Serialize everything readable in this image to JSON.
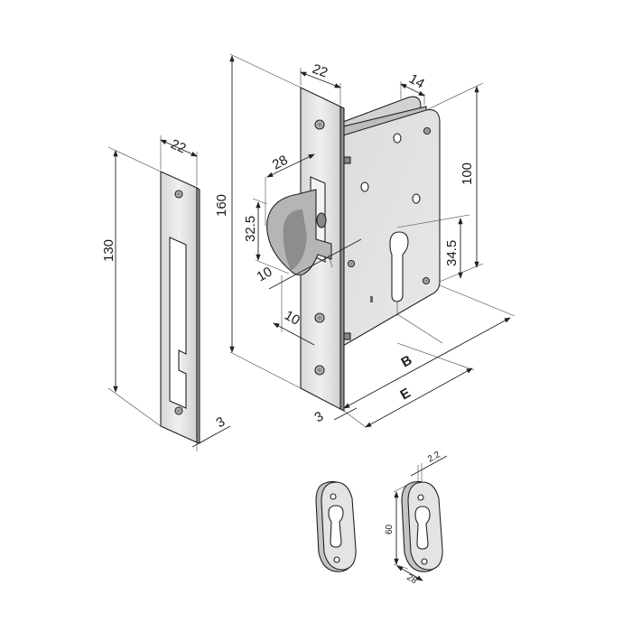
{
  "strike_plate": {
    "width_label": "22",
    "height_label": "130",
    "thickness_label": "3"
  },
  "lock": {
    "faceplate_width_label": "22",
    "case_depth_label": "14",
    "latch_projection_label": "28",
    "total_height_label": "160",
    "latch_height_label": "32.5",
    "case_height_label": "100",
    "cylinder_offset_label": "34.5",
    "latch_offset_label": "10",
    "faceplate_offset_label": "10",
    "backset_label": "B",
    "distance_label": "E",
    "faceplate_thickness_label": "3"
  },
  "escutcheon": {
    "thickness_label": "2.2",
    "height_label": "60",
    "width_label": "28"
  },
  "colors": {
    "metal_light": "#e4e4e4",
    "metal_mid": "#c8c8c8",
    "metal_dark": "#9a9a9a",
    "line": "#222222"
  }
}
